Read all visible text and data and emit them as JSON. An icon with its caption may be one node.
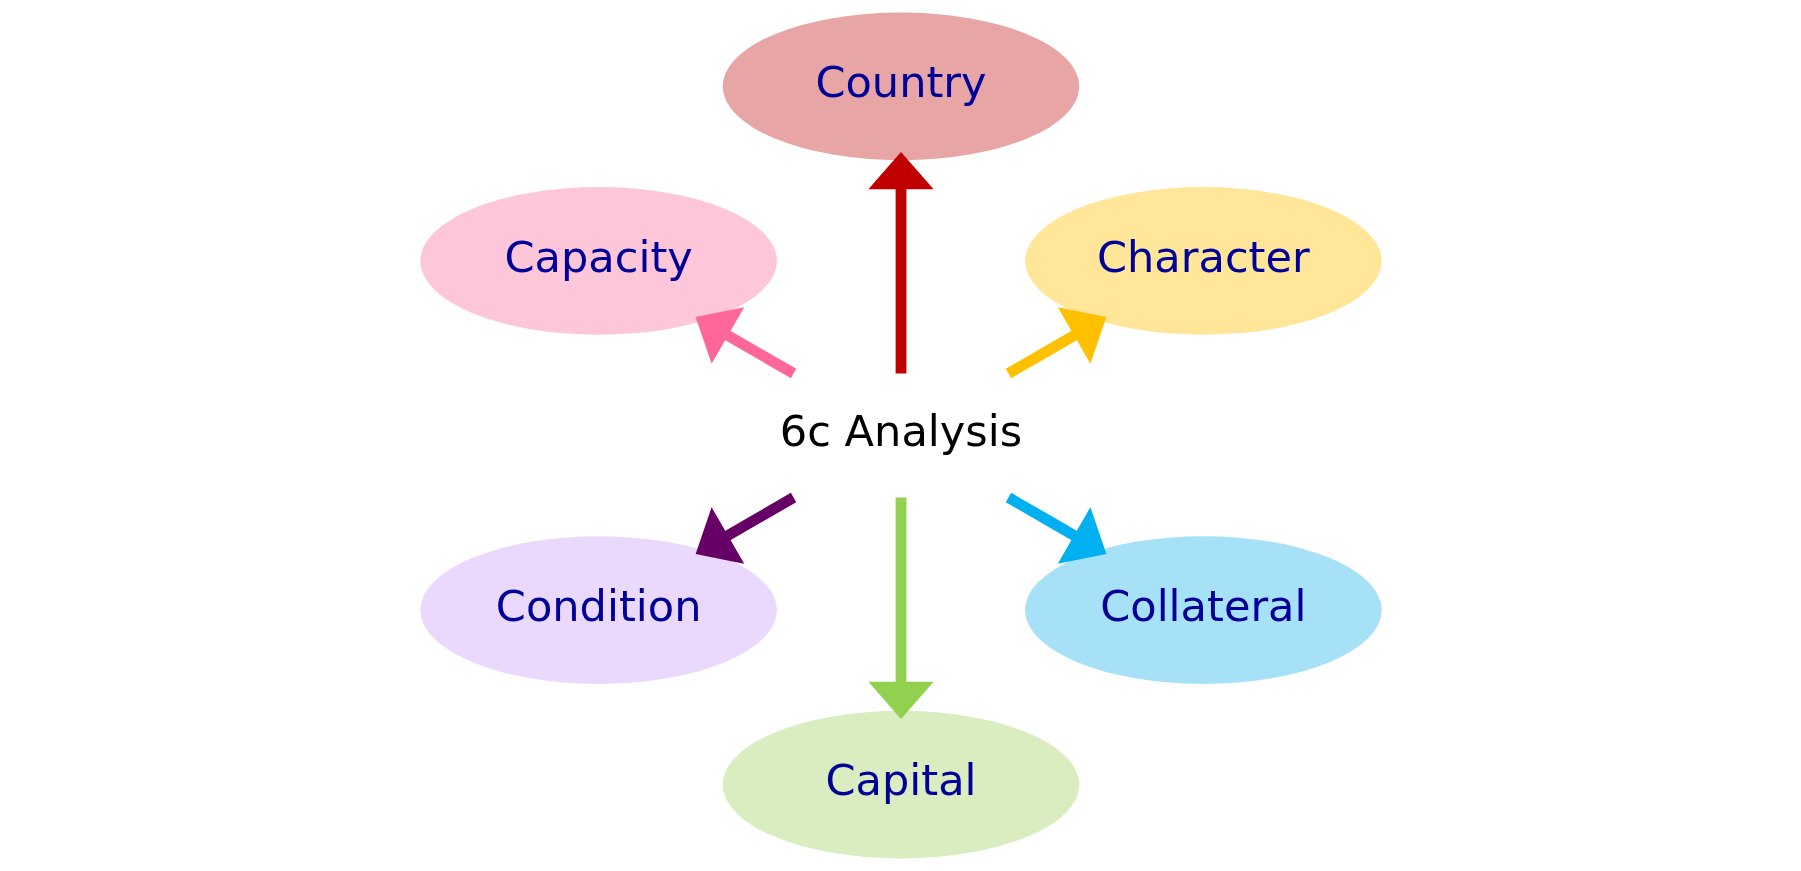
{
  "diagram": {
    "nodes": [
      {
        "text": [
          "6c Analysis"
        ]
      },
      {
        "text": [
          "Character"
        ]
      },
      {
        "text": [
          "Country"
        ]
      },
      {
        "text": [
          "Capacity"
        ]
      },
      {
        "text": [
          "Condition"
        ]
      },
      {
        "text": [
          "Capital"
        ]
      },
      {
        "text": [
          "Collateral"
        ]
      }
    ],
    "edges": [
      {
        "from": 0,
        "to": 1,
        "arrow": "to",
        "color": "#ffc000"
      },
      {
        "from": 0,
        "to": 2,
        "arrow": "to",
        "color": "#c00000"
      },
      {
        "from": 0,
        "to": 3,
        "arrow": "to",
        "color": "#ff6699"
      },
      {
        "from": 0,
        "to": 4,
        "arrow": "to",
        "color": "#660066"
      },
      {
        "from": 0,
        "to": 5,
        "arrow": "to",
        "color": "#92d050"
      },
      {
        "from": 0,
        "to": 6,
        "arrow": "to",
        "color": "#00b0f0"
      }
    ]
  }
}
